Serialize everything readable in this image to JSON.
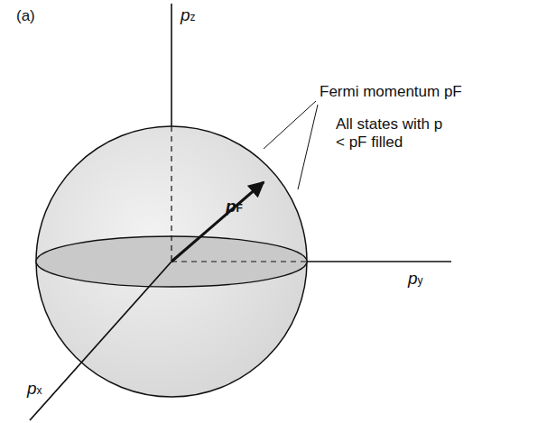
{
  "diagram": {
    "labels": [
      "(a)",
      "pz",
      "Fermi momentum pF",
      "All states with p < pF filled",
      "pF",
      "py",
      "px"
    ]
  }
}
